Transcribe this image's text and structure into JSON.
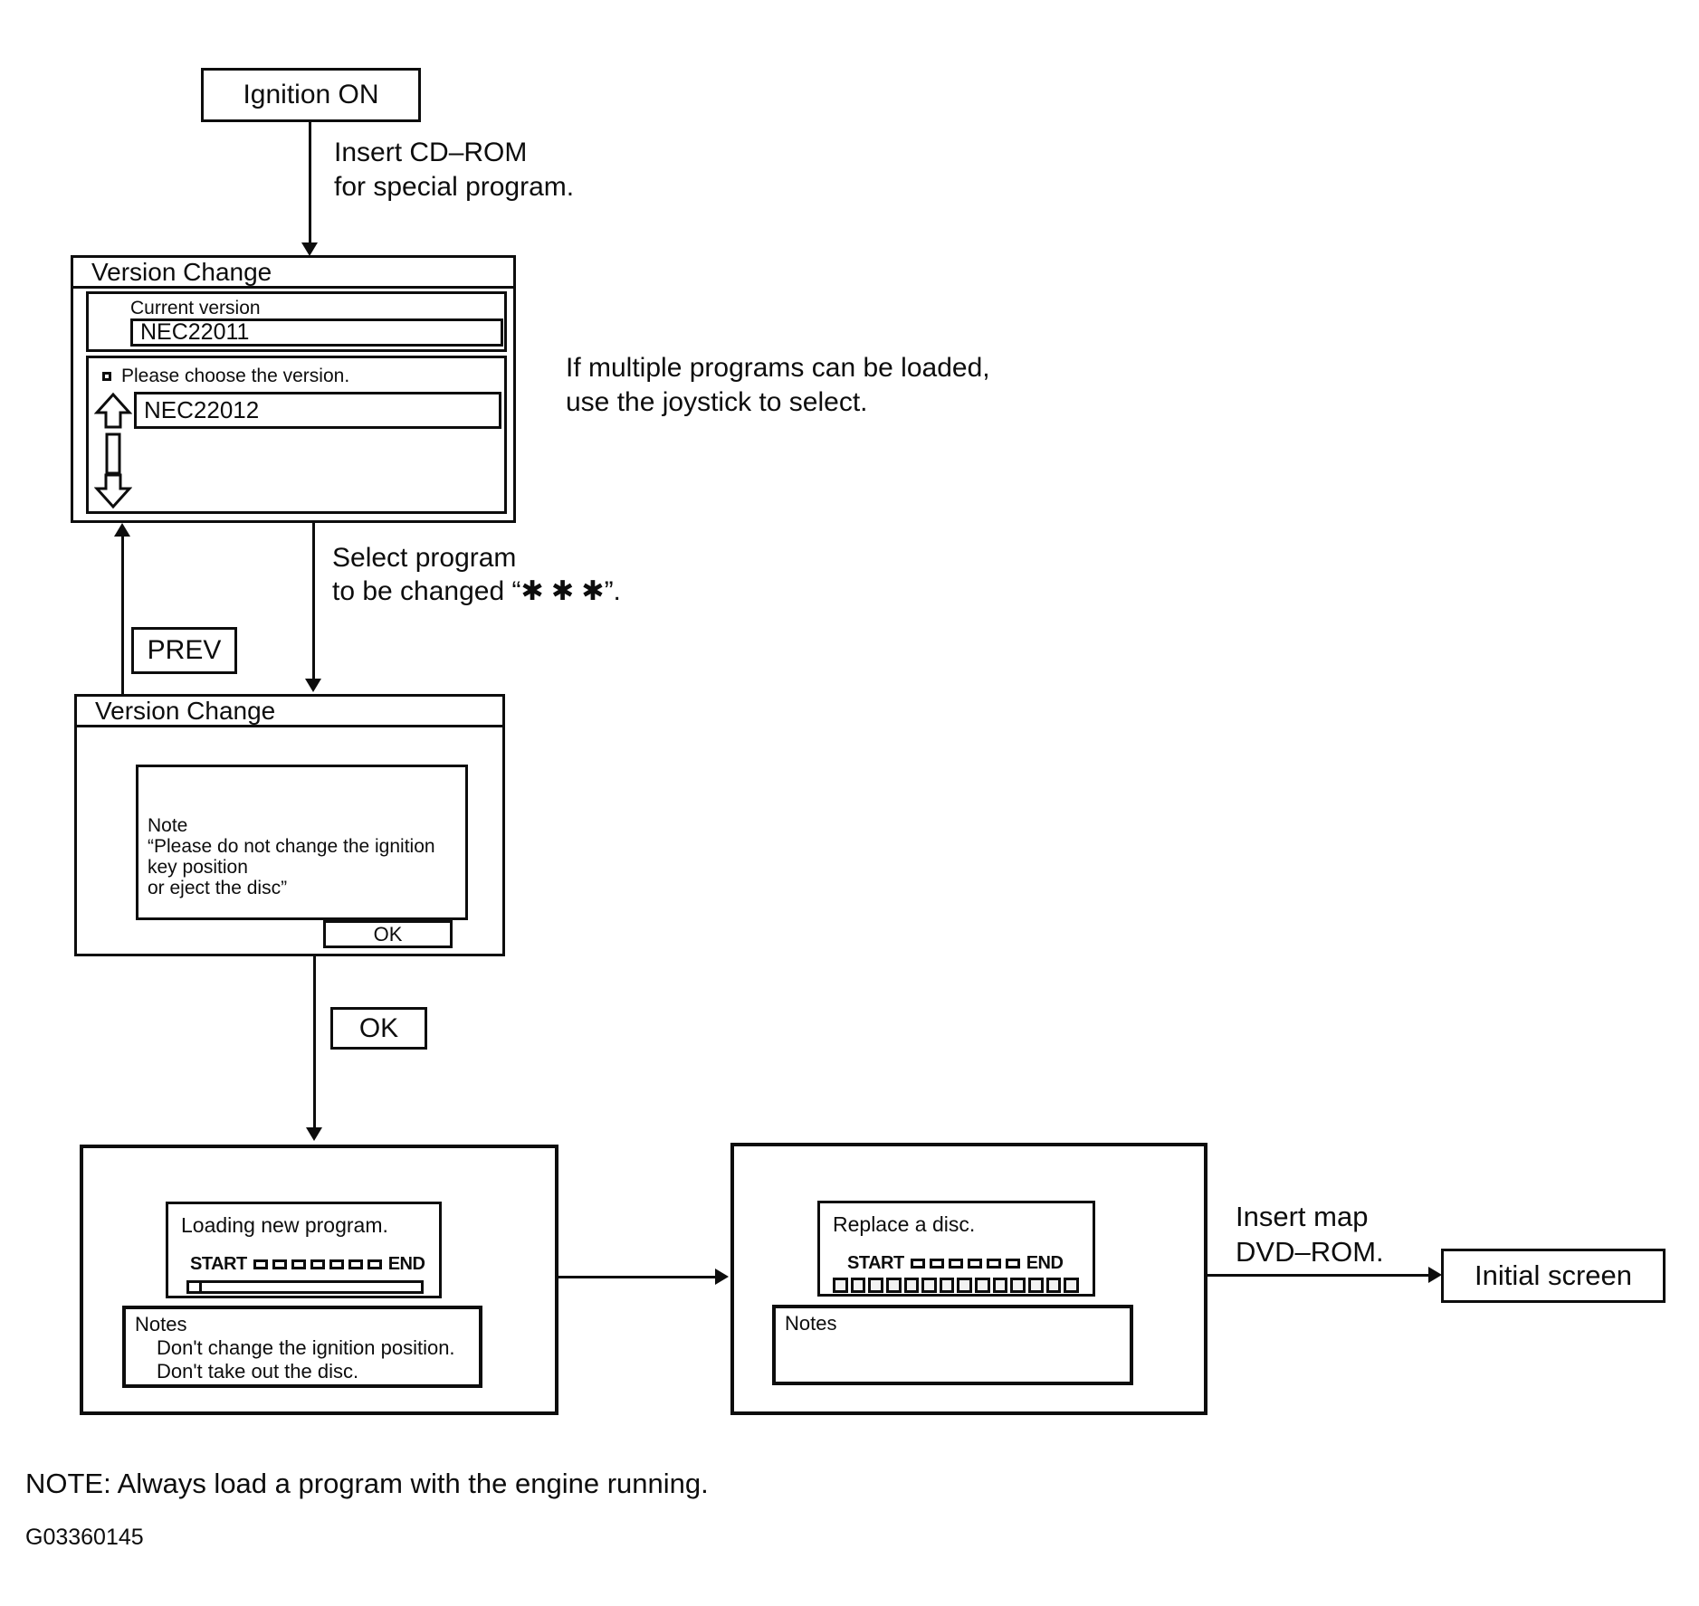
{
  "flow": {
    "ignition_label": "Ignition ON",
    "insert_cdrom_line1": "Insert CD–ROM",
    "insert_cdrom_line2": "for special program.",
    "side_note_line1": "If multiple programs can be loaded,",
    "side_note_line2": "use the joystick to select.",
    "select_program_line1": "Select program",
    "select_program_line2": "to be changed “✱ ✱ ✱”.",
    "prev_label": "PREV",
    "ok_label": "OK",
    "insert_map_line1": "Insert map",
    "insert_map_line2": "DVD–ROM.",
    "initial_screen_label": "Initial screen"
  },
  "screen_version_select": {
    "title": "Version Change",
    "current_version_label": "Current version",
    "current_version_value": "NEC22011",
    "choose_prompt": "Please choose the version.",
    "choice_value": "NEC22012"
  },
  "screen_version_confirm": {
    "title": "Version Change",
    "note_title": "Note",
    "note_line1": "“Please do not change the ignition key position",
    "note_line2": "or eject the disc”",
    "ok_label": "OK"
  },
  "screen_loading": {
    "message": "Loading new program.",
    "start_label": "START",
    "end_label": "END",
    "segment_count": 7,
    "notes_title": "Notes",
    "notes_line1": "Don't change the ignition position.",
    "notes_line2": "Don't take out the disc."
  },
  "screen_replace": {
    "message": "Replace a disc.",
    "start_label": "START",
    "end_label": "END",
    "segment_count": 6,
    "bar_cell_count": 14,
    "notes_title": "Notes"
  },
  "footer": {
    "note": "NOTE: Always load a program with the engine running.",
    "figure_id": "G03360145"
  }
}
